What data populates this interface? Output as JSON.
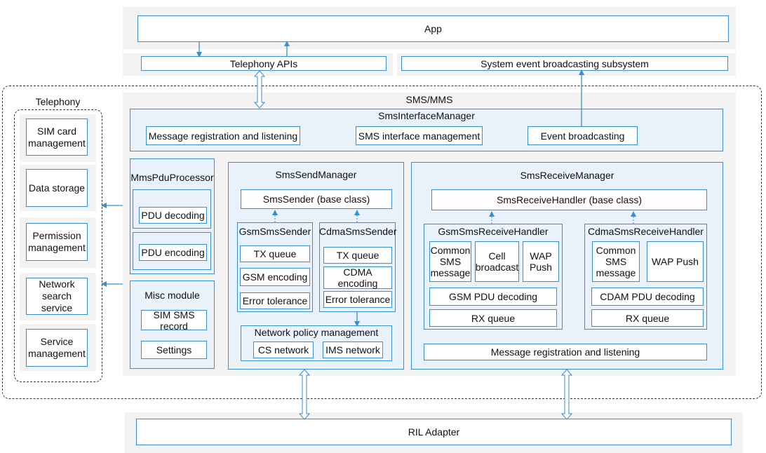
{
  "top": {
    "app": "App",
    "telephony_apis": "Telephony APIs",
    "system_event": "System event broadcasting subsystem"
  },
  "telephony": {
    "title": "Telephony",
    "items": [
      "SIM card\nmanagement",
      "Data storage",
      "Permission\nmanagement",
      "Network\nsearch service",
      "Service\nmanagement"
    ]
  },
  "sms_mms": {
    "title": "SMS/MMS",
    "interface_manager": {
      "title": "SmsInterfaceManager",
      "items": [
        "Message registration and listening",
        "SMS interface management",
        "Event broadcasting"
      ]
    },
    "mms_pdu": {
      "title": "MmsPduProcessor",
      "items": [
        "PDU decoding",
        "PDU encoding"
      ]
    },
    "misc": {
      "title": "Misc module",
      "items": [
        "SIM SMS\nrecord",
        "Settings"
      ]
    },
    "send_manager": {
      "title": "SmsSendManager",
      "base": "SmsSender (base class)",
      "gsm": {
        "title": "GsmSmsSender",
        "items": [
          "TX queue",
          "GSM encoding",
          "Error tolerance"
        ]
      },
      "cdma": {
        "title": "CdmaSmsSender",
        "items": [
          "TX queue",
          "CDMA\nencoding",
          "Error tolerance"
        ]
      },
      "network_policy": {
        "title": "Network policy management",
        "items": [
          "CS network",
          "IMS network"
        ]
      }
    },
    "receive_manager": {
      "title": "SmsReceiveManager",
      "base": "SmsReceiveHandler (base class)",
      "gsm": {
        "title": "GsmSmsReceiveHandler",
        "items": [
          "Common\nSMS\nmessage",
          "Cell\nbroadcast",
          "WAP\nPush"
        ],
        "decoding": "GSM PDU decoding",
        "rx": "RX queue"
      },
      "cdma": {
        "title": "CdmaSmsReceiveHandler",
        "items": [
          "Common\nSMS\nmessage",
          "WAP Push"
        ],
        "decoding": "CDAM PDU decoding",
        "rx": "RX queue"
      },
      "listening": "Message registration and listening"
    }
  },
  "ril": "RIL Adapter",
  "colors": {
    "accent": "#3a8fcf",
    "panel_fill": "#e9f2fa",
    "gray_fill": "#f3f3f3"
  }
}
